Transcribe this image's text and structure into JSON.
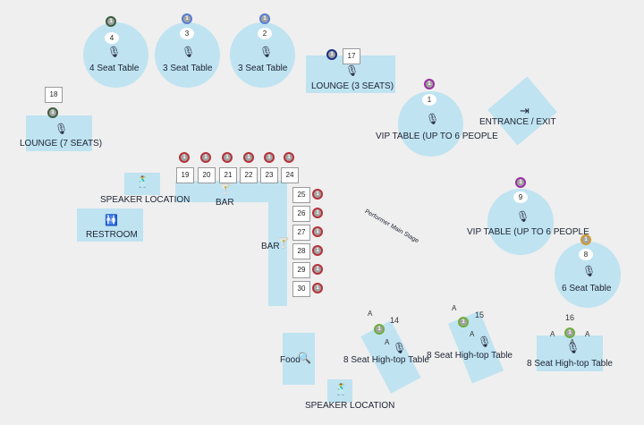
{
  "colors": {
    "background": "#efefef",
    "table_fill": "#bfe3f1",
    "badge_red": "#b5323a",
    "badge_purple": "#9b2fa3",
    "badge_navy": "#1e2f85",
    "badge_blue": "#5a7ed1",
    "badge_dark": "#3b5e3f",
    "badge_green": "#6fae3e",
    "badge_gold": "#d09a2d"
  },
  "icons": {
    "mic": "microphone-icon",
    "bar": "cocktail-icon",
    "restroom": "restroom-icon",
    "speaker": "speaker-person-icon",
    "exit": "exit-door-icon",
    "food": "food-search-icon"
  },
  "tables": {
    "t4": {
      "number": "4",
      "badge": "1",
      "label": "4 Seat Table"
    },
    "t3": {
      "number": "3",
      "badge": "1",
      "label": "3 Seat Table"
    },
    "t2": {
      "number": "2",
      "badge": "1",
      "label": "3 Seat Table"
    },
    "lounge3": {
      "number": "17",
      "badge": "1",
      "label": "LOUNGE (3 SEATS)"
    },
    "lounge7": {
      "number": "18",
      "badge": "1",
      "label": "LOUNGE (7 SEATS)"
    },
    "vip1": {
      "number": "1",
      "badge": "1",
      "label": "VIP TABLE (UP TO 6 PEOPLE"
    },
    "vip9": {
      "number": "9",
      "badge": "1",
      "label": "VIP TABLE (UP TO 6 PEOPLE"
    },
    "t8": {
      "number": "8",
      "badge": "1",
      "label": "6 Seat Table"
    },
    "ht14": {
      "number": "14",
      "badge": "1",
      "label": "8 Seat High-top Table",
      "seat_letters": [
        "A",
        "A"
      ]
    },
    "ht15": {
      "number": "15",
      "badge": "1",
      "label": "8 Seat High-top Table",
      "seat_letters": [
        "A",
        "A"
      ]
    },
    "ht16": {
      "number": "16",
      "badge": "1",
      "label": "8 Seat High-top Table",
      "seat_letters": [
        "A",
        "A",
        "A"
      ]
    }
  },
  "bar": {
    "label_top": "BAR",
    "label_side": "BAR",
    "top_seats": [
      "19",
      "20",
      "21",
      "22",
      "23",
      "24"
    ],
    "side_seats": [
      "25",
      "26",
      "27",
      "28",
      "29",
      "30"
    ],
    "badge": "1"
  },
  "areas": {
    "entrance": "ENTRANCE / EXIT",
    "speaker_top": "SPEAKER LOCATION",
    "speaker_bottom": "SPEAKER LOCATION",
    "restroom": "RESTROOM",
    "stage": "Performer Main Stage",
    "food": "Food"
  }
}
